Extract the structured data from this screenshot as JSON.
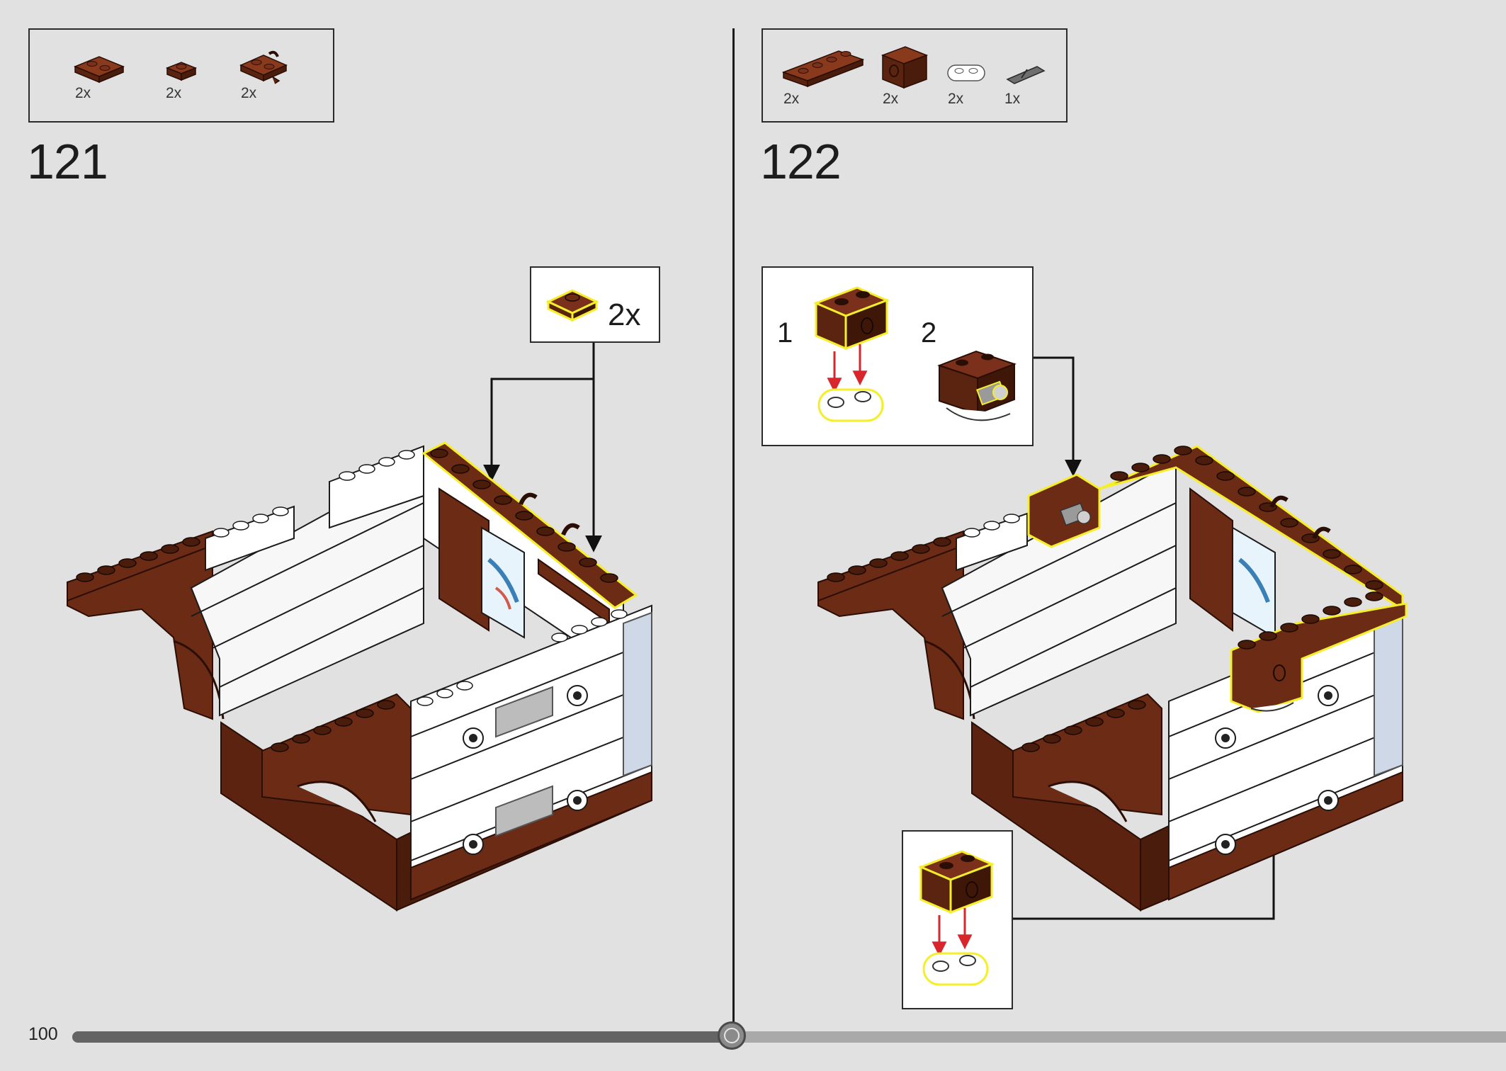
{
  "page": {
    "number": "100"
  },
  "progress": {
    "value": 0.46
  },
  "steps": [
    {
      "number": "121",
      "parts": [
        {
          "icon": "brown-plate-1x2-icon",
          "qty": "2x"
        },
        {
          "icon": "brown-plate-1x1-icon",
          "qty": "2x"
        },
        {
          "icon": "brown-plate-clip-icon",
          "qty": "2x"
        }
      ],
      "callout": {
        "qty": "2x"
      }
    },
    {
      "number": "122",
      "parts": [
        {
          "icon": "brown-plate-1x4-icon",
          "qty": "2x"
        },
        {
          "icon": "brown-technic-brick-icon",
          "qty": "2x"
        },
        {
          "icon": "white-round-plate-icon",
          "qty": "2x"
        },
        {
          "icon": "grey-pin-icon",
          "qty": "1x"
        }
      ],
      "callout": {
        "sub1": "1",
        "sub2": "2"
      }
    }
  ],
  "colors": {
    "brown": "#6b2b14",
    "brown_dark": "#3e1709",
    "white_brick": "#f7f7f7",
    "highlight": "#f5ee2a",
    "arrow_red": "#d8262c",
    "background": "#e1e1e1"
  }
}
